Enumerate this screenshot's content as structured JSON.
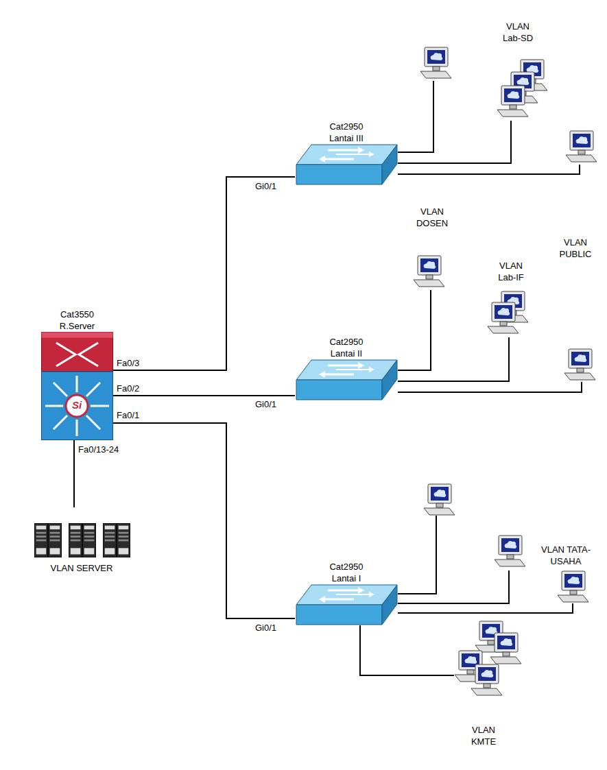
{
  "diagram": {
    "nodes": [
      {
        "text": [
          "VLAN Lab-SD"
        ]
      },
      {
        "text": [
          "Cat2950 Lantai III"
        ]
      },
      {
        "text": [
          "VLAN DOSEN"
        ]
      },
      {
        "text": [
          "VLAN PUBLIC"
        ]
      },
      {
        "text": [
          "VLAN Lab-IF"
        ]
      },
      {
        "text": [
          "Cat3550 R.Server"
        ]
      },
      {
        "text": [
          "Cat2950 Lantai II"
        ]
      },
      {
        "text": [
          "VLAN SERVER"
        ]
      },
      {
        "text": [
          "VLAN TATA-USAHA"
        ]
      },
      {
        "text": [
          "Cat2950 Lantai I"
        ]
      },
      {
        "text": [
          "VLAN KMTE"
        ]
      }
    ],
    "edges": [
      {
        "from": 5,
        "to": 1,
        "arrow": "none"
      },
      {
        "from": 5,
        "to": 6,
        "arrow": "none"
      },
      {
        "from": 5,
        "to": 9,
        "arrow": "none"
      },
      {
        "from": 5,
        "to": 7,
        "arrow": "none"
      },
      {
        "from": 1,
        "to": 2,
        "arrow": "none"
      },
      {
        "from": 1,
        "to": 0,
        "arrow": "none"
      },
      {
        "from": 1,
        "to": 3,
        "arrow": "none"
      },
      {
        "from": 6,
        "to": 2,
        "arrow": "none"
      },
      {
        "from": 6,
        "to": 4,
        "arrow": "none"
      },
      {
        "from": 6,
        "to": 3,
        "arrow": "none"
      },
      {
        "from": 9,
        "to": 2,
        "arrow": "none"
      },
      {
        "from": 9,
        "to": 8,
        "arrow": "none"
      },
      {
        "from": 9,
        "to": 8,
        "arrow": "none"
      },
      {
        "from": 9,
        "to": 10,
        "arrow": "none"
      }
    ],
    "labels": [
      "Fa0/3",
      "Fa0/2",
      "Fa0/1",
      "Fa0/13-24",
      "Gi0/1",
      "Gi0/1",
      "Gi0/1",
      "Si"
    ]
  }
}
